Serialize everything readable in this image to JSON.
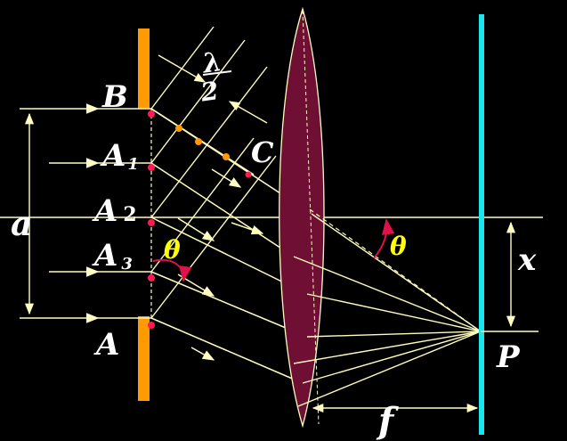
{
  "labels": {
    "B": "B",
    "A1": "A",
    "A1_sub": "1",
    "A2": "A",
    "A2_sub": "2",
    "A3": "A",
    "A3_sub": "3",
    "A": "A",
    "a": "a",
    "lambda": "λ",
    "two": "2",
    "C": "C",
    "theta_slit": "θ",
    "theta_lens": "θ",
    "x": "x",
    "P": "P",
    "f": "f"
  },
  "colors": {
    "background": "#000000",
    "rays": "#fffdc0",
    "slit": "#ff9a00",
    "lens": "#6e0f33",
    "screen": "#18e6ef",
    "dots_red": "#ff1a55",
    "dots_orange": "#ff9a00",
    "theta": "#ffff00",
    "arc": "#e0104a",
    "text": "#ffffff"
  }
}
